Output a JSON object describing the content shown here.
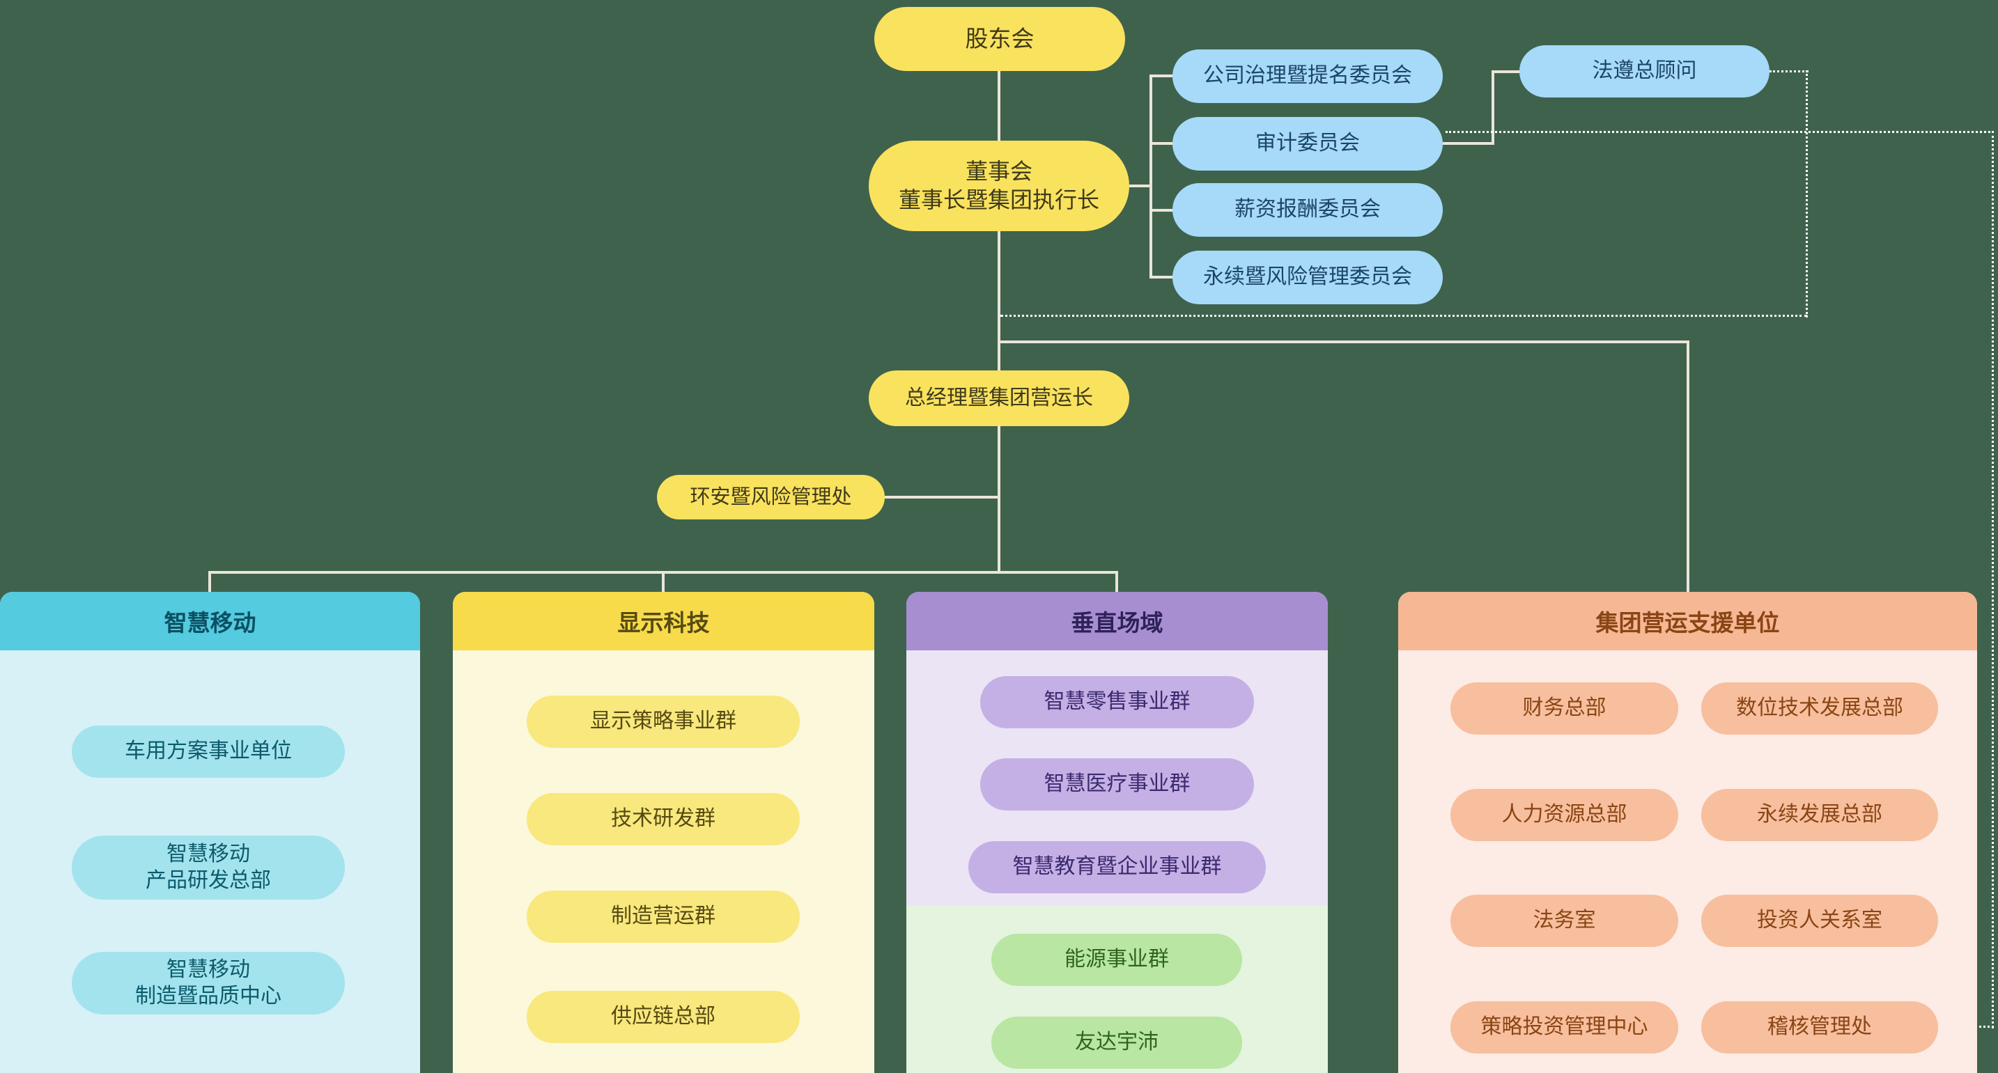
{
  "colors": {
    "background": "#3F624D",
    "connector": "#EAE5DB",
    "dotted_connector": "#FFFFFF",
    "executive_node": "#F9E25E",
    "committee_node": "#A6DAF8",
    "smart_mobility_accent": "#54CBDE",
    "display_tech_accent": "#F7DB4B",
    "vertical_domain_accent": "#A78ED1",
    "energy_section_accent": "#B9E6A3",
    "support_units_accent": "#F6B795"
  },
  "nodes": {
    "shareholders": "股东会",
    "board": "董事会\n董事长暨集团执行长",
    "president": "总经理暨集团营运长",
    "esh_office": "环安暨风险管理处",
    "compliance": "法遵总顾问"
  },
  "committees": [
    "公司治理暨提名委员会",
    "审计委员会",
    "薪资报酬委员会",
    "永续暨风险管理委员会"
  ],
  "groups": [
    {
      "title": "智慧移动",
      "items": [
        "车用方案事业单位",
        "智慧移动\n产品研发总部",
        "智慧移动\n制造暨品质中心"
      ]
    },
    {
      "title": "显示科技",
      "items": [
        "显示策略事业群",
        "技术研发群",
        "制造营运群",
        "供应链总部"
      ]
    },
    {
      "title": "垂直场域",
      "items": [
        "智慧零售事业群",
        "智慧医疗事业群",
        "智慧教育暨企业事业群"
      ],
      "sub_items": [
        "能源事业群",
        "友达宇沛"
      ]
    },
    {
      "title": "集团营运支援单位",
      "items_left": [
        "财务总部",
        "人力资源总部",
        "法务室",
        "策略投资管理中心"
      ],
      "items_right": [
        "数位技术发展总部",
        "永续发展总部",
        "投资人关系室",
        "稽核管理处"
      ]
    }
  ]
}
